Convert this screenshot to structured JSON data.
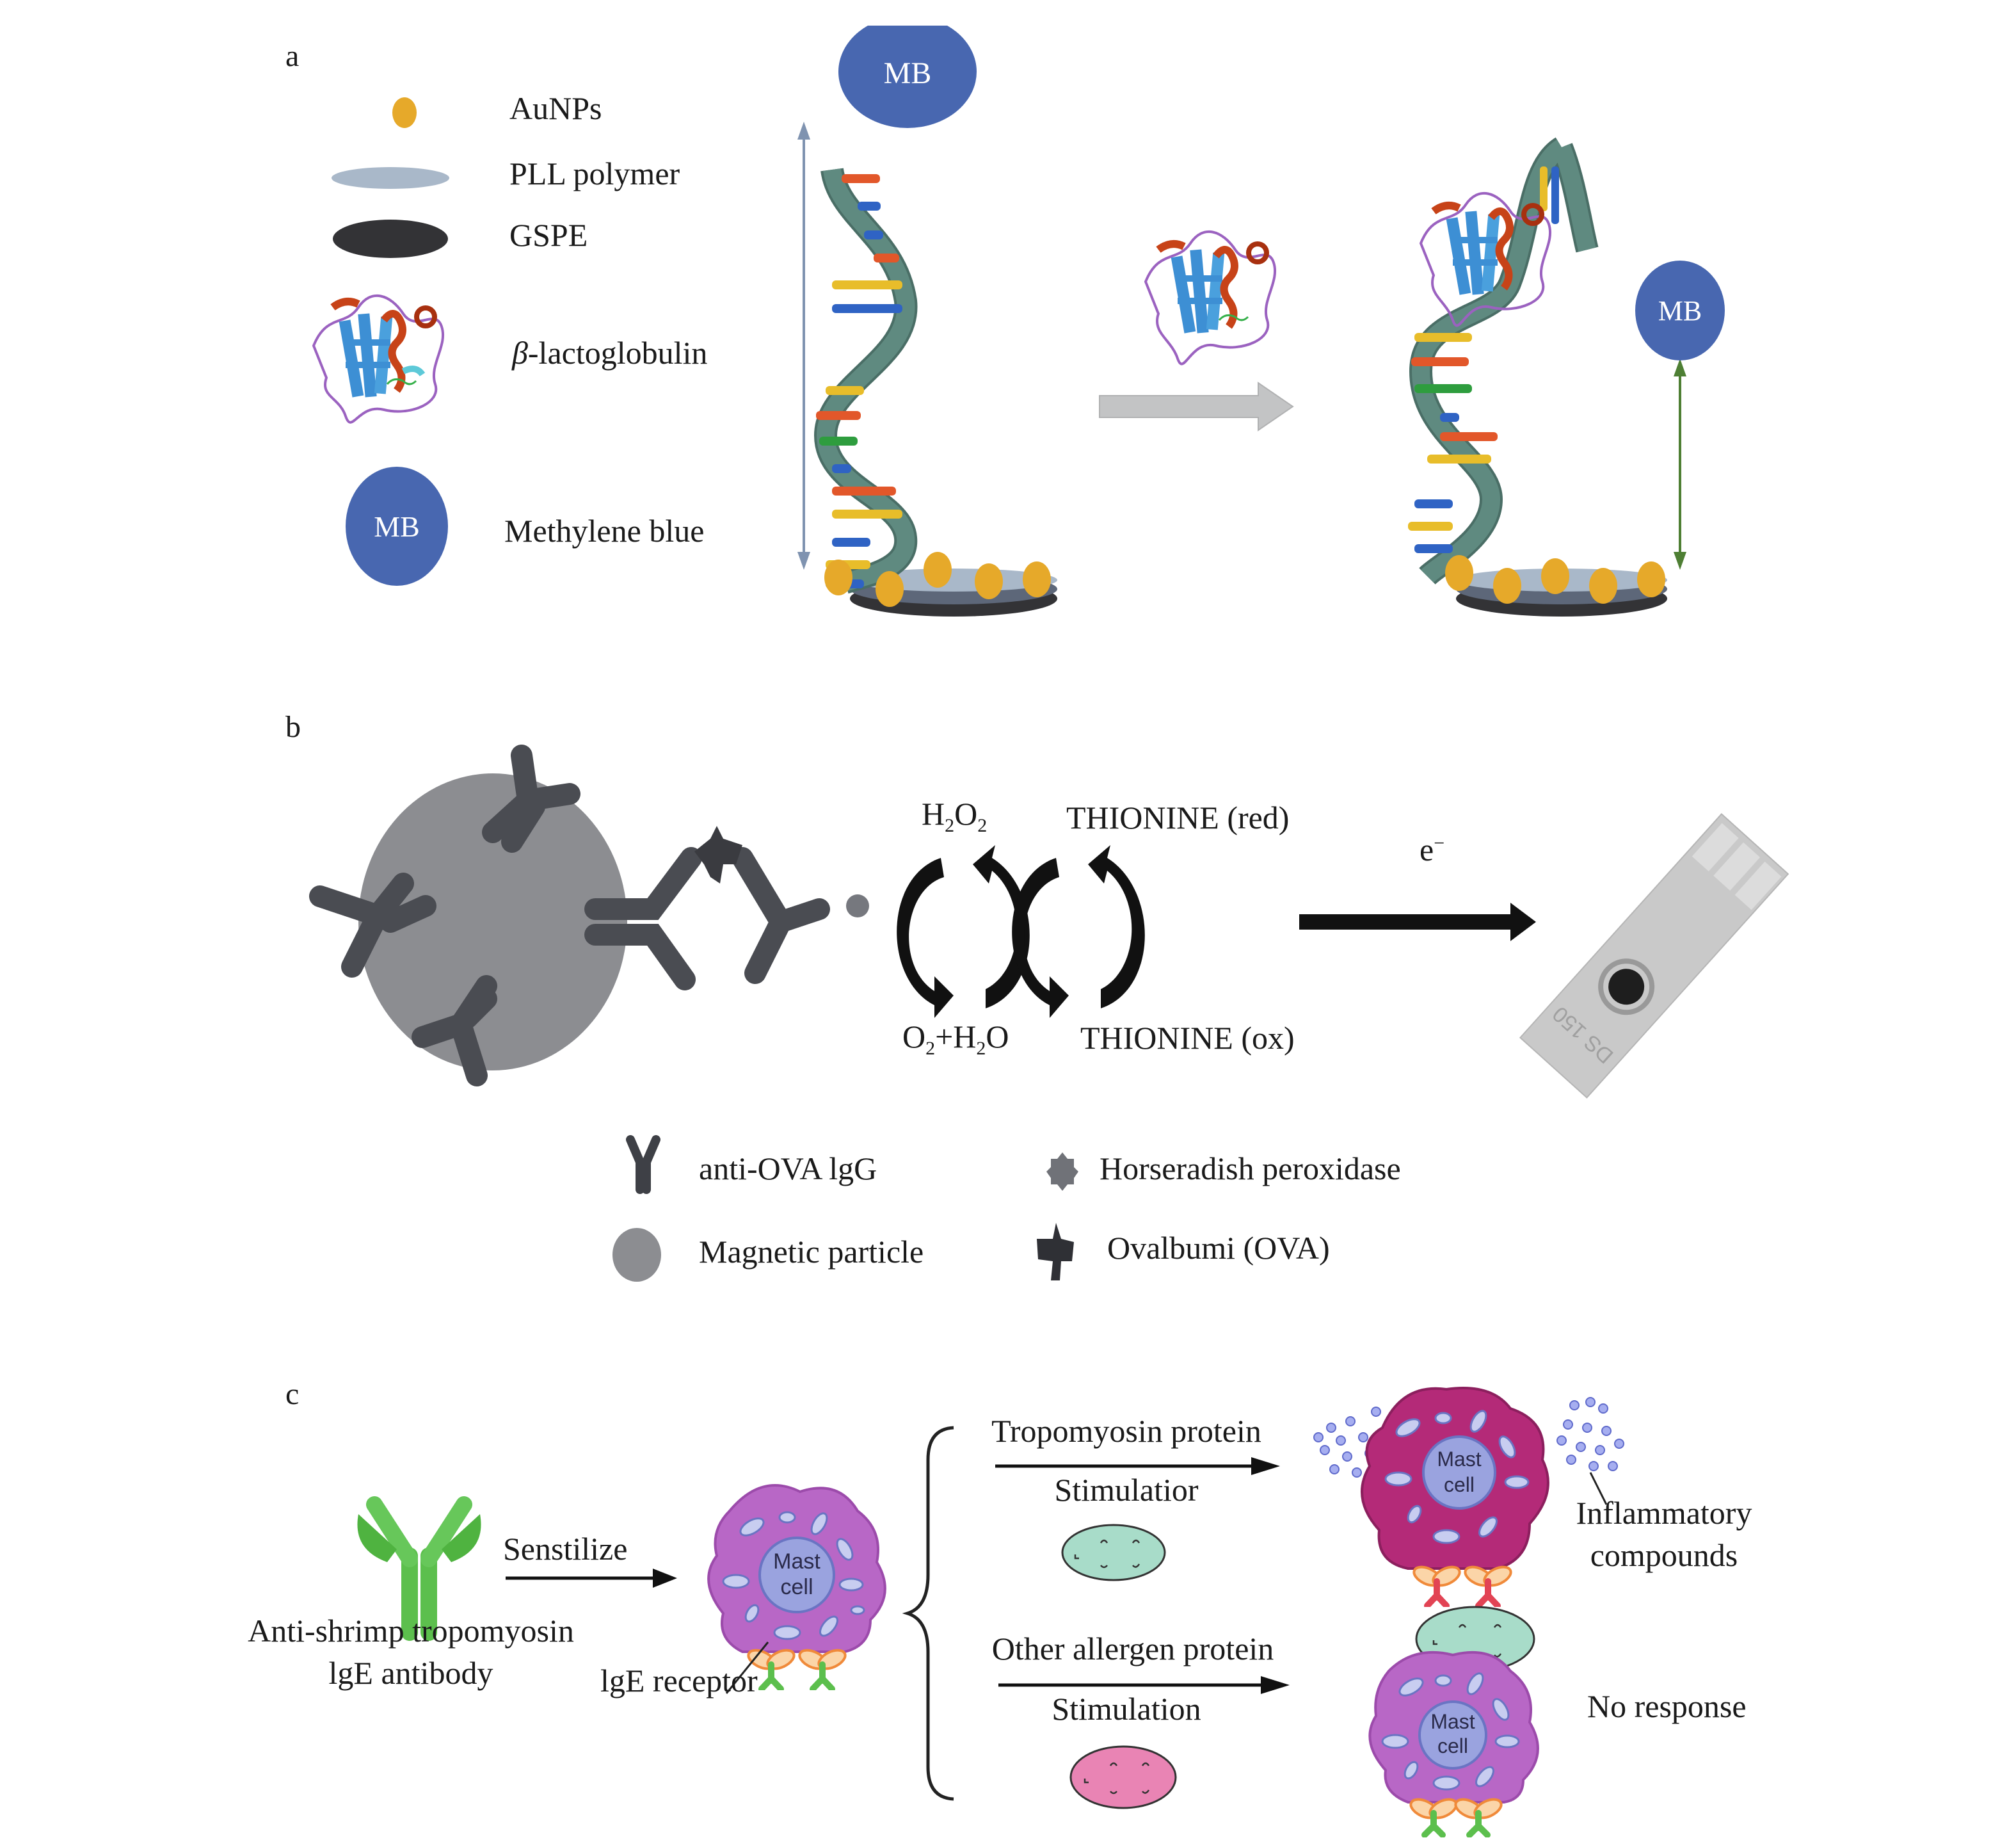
{
  "panels": {
    "a": {
      "label": "a",
      "legend": [
        {
          "icon": "gold-nanoparticle-icon",
          "label": "AuNPs"
        },
        {
          "icon": "pll-polymer-layer-icon",
          "label": "PLL polymer"
        },
        {
          "icon": "gspe-electrode-icon",
          "label": "GSPE"
        },
        {
          "icon": "beta-lactoglobulin-protein-icon",
          "label_prefix": "β",
          "label": "-lactoglobulin"
        },
        {
          "icon": "methylene-blue-icon",
          "label": "Methylene blue",
          "badge": "MB"
        }
      ],
      "left_state": {
        "mb_label": "MB"
      },
      "right_state": {
        "mb_label": "MB"
      },
      "colors": {
        "aunp": "#e6a92a",
        "pll": "#a9b8c9",
        "gspe": "#333336",
        "mb": "#4867b0",
        "dna_backbone": "#5f8a80",
        "base_red": "#e2572a",
        "base_blue": "#2f63c4",
        "base_yellow": "#e8bd2a",
        "base_green": "#2e9d3e",
        "distance_long": "#7f93b0",
        "distance_short": "#4e7f34",
        "process_arrow": "#c3c4c5"
      }
    },
    "b": {
      "label": "b",
      "reactions": {
        "h2o2": {
          "base": "H",
          "sub1": "2",
          "mid": "O",
          "sub2": "2"
        },
        "o2_h2o": {
          "p1": "O",
          "s1": "2",
          "p2": "+H",
          "s2": "2",
          "p3": "O"
        },
        "thionine_red": "THIONINE (red)",
        "thionine_ox": "THIONINE (ox)"
      },
      "electron": {
        "base": "e",
        "sup": "−"
      },
      "electrode_print": "DS 150",
      "legend": [
        {
          "icon": "antibody-igg-icon",
          "label": "anti-OVA lgG"
        },
        {
          "icon": "horseradish-peroxidase-icon",
          "label": "Horseradish peroxidase"
        },
        {
          "icon": "magnetic-particle-icon",
          "label": "Magnetic particle"
        },
        {
          "icon": "ovalbumin-icon",
          "label": "Ovalbumi (OVA)"
        }
      ],
      "colors": {
        "particle": "#8c8d91",
        "antibody": "#4a4c52",
        "arrow": "#111111",
        "strip": "#c8c8c8"
      }
    },
    "c": {
      "label": "c",
      "antibody_label_line1": "Anti-shrimp tropomyosin",
      "antibody_label_line2": "lgE antibody",
      "sensitize_label": "Senstilize",
      "receptor_label": "lgE receptor",
      "cell_label_line1": "Mast",
      "cell_label_line2": "cell",
      "branch_top": {
        "above": "Tropomyosin protein",
        "below": "Stimulatior",
        "result": "Inflammatory compounds",
        "result_line1": "Inflammatory",
        "result_line2": "compounds"
      },
      "branch_bottom": {
        "above": "Other allergen protein",
        "below": "Stimulation",
        "result": "No response"
      },
      "colors": {
        "antibody_green": "#5cbf4d",
        "mast_cell": "#b867c6",
        "mast_cell_activated": "#b42a78",
        "granule": "#8a96d8",
        "nucleus": "#9aa3df",
        "receptor_orange": "#f08a3a",
        "tropomyosin": "#a8dcc9",
        "other_allergen": "#e984b4",
        "bound_ige_red": "#e24354"
      }
    }
  }
}
